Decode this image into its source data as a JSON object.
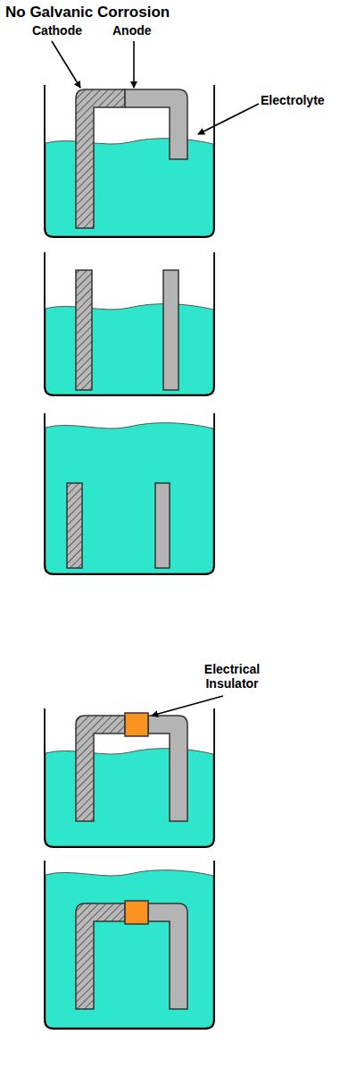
{
  "diagram": {
    "title": "No Galvanic Corrosion",
    "labels": [
      "Cathode",
      "Anode",
      "Electrolyte",
      "Electrical Insulator"
    ]
  }
}
